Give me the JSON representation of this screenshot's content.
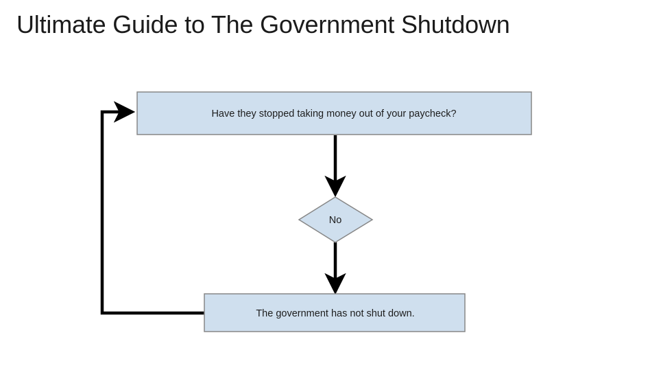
{
  "page": {
    "title": "Ultimate Guide to The Government Shutdown",
    "background_color": "#ffffff"
  },
  "diagram": {
    "type": "flowchart",
    "node_fill_color": "#cfdfee",
    "node_border_color": "#878787",
    "connector_color": "#000000",
    "text_color": "#1d1d1d",
    "nodes": [
      {
        "id": "question",
        "shape": "rectangle",
        "label": "Have they stopped taking money out of your paycheck?"
      },
      {
        "id": "decision",
        "shape": "diamond",
        "label": "No"
      },
      {
        "id": "result",
        "shape": "rectangle",
        "label": "The government has not shut down."
      }
    ],
    "edges": [
      {
        "from": "question",
        "to": "decision",
        "label": ""
      },
      {
        "from": "decision",
        "to": "result",
        "label": ""
      },
      {
        "from": "result",
        "to": "question",
        "label": ""
      }
    ]
  }
}
